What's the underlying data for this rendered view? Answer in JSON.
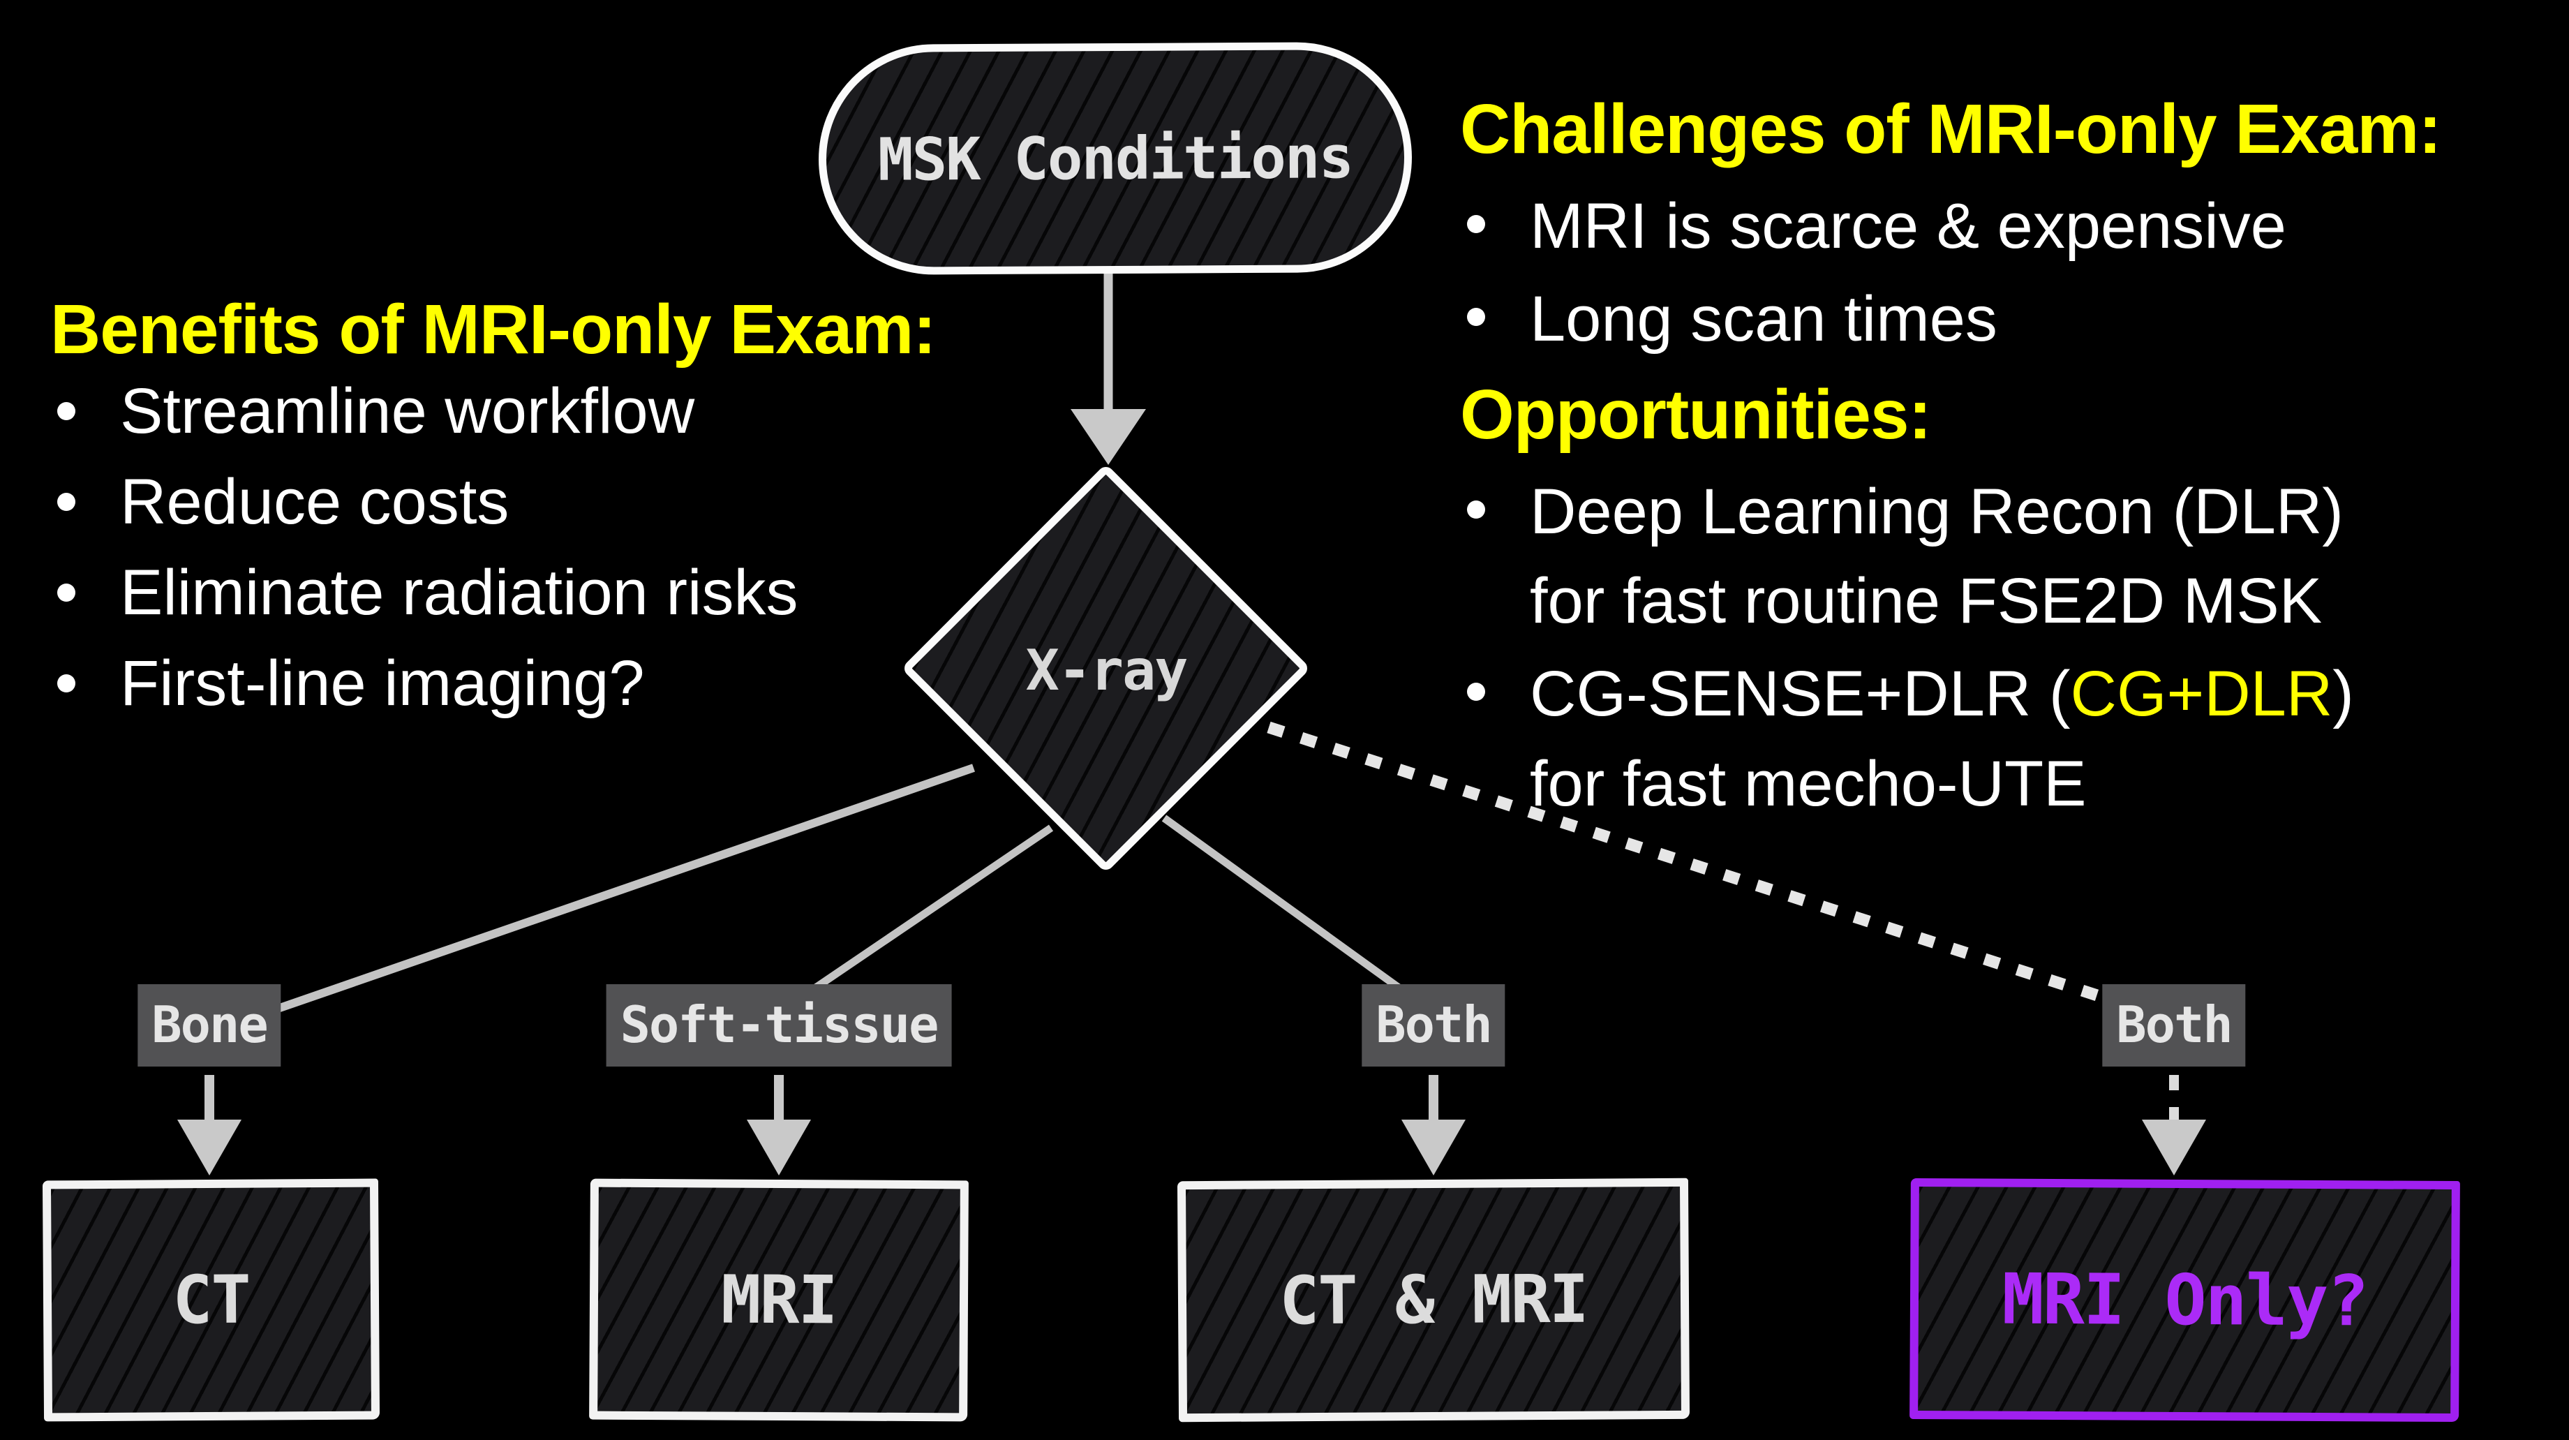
{
  "slide": {
    "background_color": "#000000",
    "accent_yellow": "#ffff00",
    "accent_purple": "#a020f0",
    "connector_color": "#c9c9c9",
    "label_box_color": "#525254"
  },
  "left_panel": {
    "heading": "Benefits of MRI-only Exam:",
    "bullets": [
      "Streamline workflow",
      "Reduce costs",
      "Eliminate radiation risks",
      "First-line imaging?"
    ]
  },
  "right_panel": {
    "challenges_heading": "Challenges of MRI-only Exam:",
    "challenges": [
      "MRI is scarce & expensive",
      "Long scan times"
    ],
    "opportunities_heading": "Opportunities:",
    "opportunities": [
      {
        "pre": "Deep Learning Recon (DLR)",
        "accent": "",
        "post": "",
        "line2": "for fast routine FSE2D MSK"
      },
      {
        "pre": "CG-SENSE+DLR (",
        "accent": "CG+DLR",
        "post": ")",
        "line2": "for fast mecho-UTE"
      }
    ]
  },
  "flowchart": {
    "root": "MSK Conditions",
    "decision": "X-ray",
    "branch_labels": [
      "Bone",
      "Soft-tissue",
      "Both",
      "Both"
    ],
    "outcomes": [
      "CT",
      "MRI",
      "CT & MRI",
      "MRI Only?"
    ]
  }
}
